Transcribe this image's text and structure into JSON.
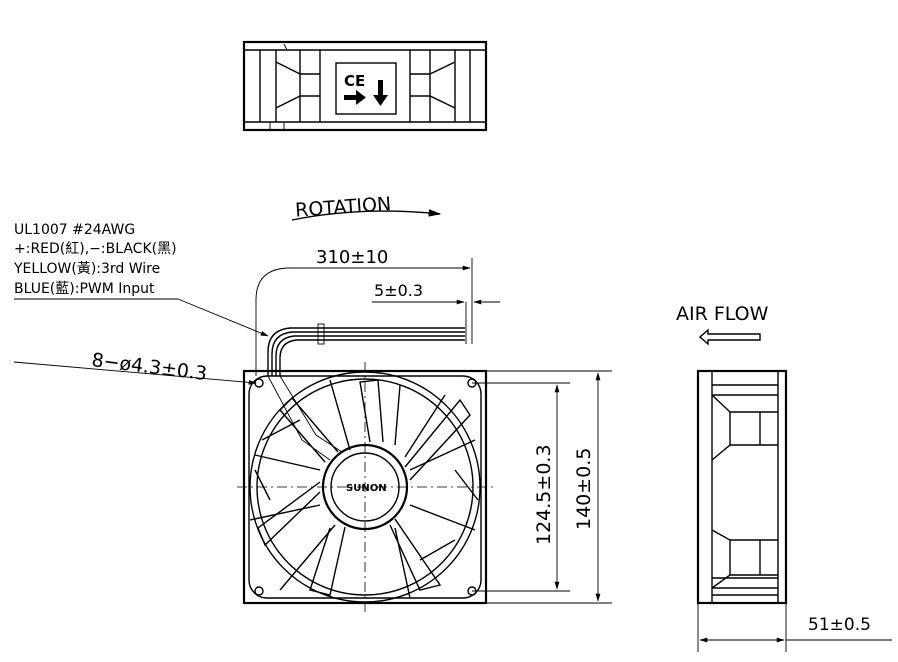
{
  "wire_spec": {
    "line1": "UL1007  #24AWG",
    "line2": "+:RED(紅),−:BLACK(黑)",
    "line3": "YELLOW(黃):3rd  Wire",
    "line4": "BLUE(藍):PWM  Input"
  },
  "labels": {
    "rotation": "ROTATION",
    "air_flow": "AIR  FLOW",
    "hole_spec": "8−ø4.3±0.3",
    "brand": "SUNON",
    "ce_mark": "CE"
  },
  "dimensions": {
    "cable_length": "310±10",
    "strip_length": "5±0.3",
    "hole_pitch": "124.5±0.3",
    "frame_size": "140±0.5",
    "thickness": "51±0.5"
  },
  "colors": {
    "line": "#000000",
    "background": "#ffffff"
  }
}
